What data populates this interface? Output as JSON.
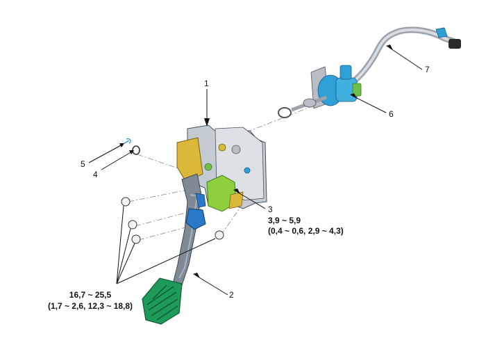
{
  "callouts": {
    "c1": "1",
    "c2": "2",
    "c3": "3",
    "c4": "4",
    "c5": "5",
    "c6": "6",
    "c7": "7"
  },
  "torque_bracket": {
    "line1": "3,9 ~ 5,9",
    "line2": "(0,4 ~ 0,6, 2,9 ~ 4,3)"
  },
  "torque_nuts": {
    "line1": "16,7 ~ 25,5",
    "line2": "(1,7 ~ 2,6, 12,3 ~ 18,8)"
  },
  "colors": {
    "pedal_pad": "#1e9b5a",
    "pedal_arm": "#7f8a96",
    "bracket_gold": "#d9b83a",
    "sensor_green": "#8fcf3c",
    "clip_blue": "#2a78c8",
    "cylinder_blue": "#2ea0d6",
    "metal": "#b8bec6"
  }
}
